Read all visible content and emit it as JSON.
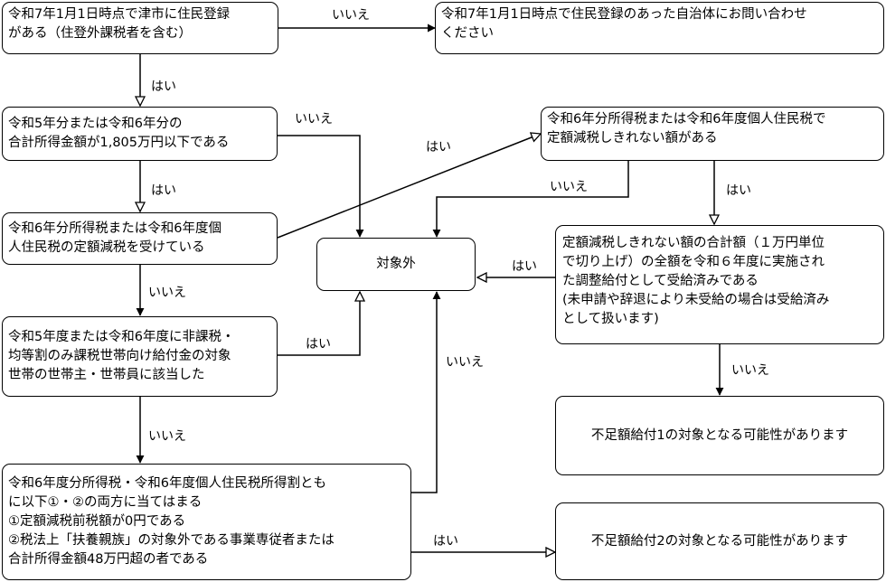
{
  "nodes": {
    "n1": [
      "令和7年1月1日時点で津市に住民登録",
      "がある（住登外課税者を含む）"
    ],
    "n2": [
      "令和7年1月1日時点で住民登録のあった自治体にお問い合わせ",
      "ください"
    ],
    "n3": [
      "令和5年分または令和6年分の",
      "合計所得金額が1,805万円以下である"
    ],
    "n4": [
      "令和6年分所得税または令和6年度個",
      "人住民税の定額減税を受けている"
    ],
    "n5": [
      "令和5年度または令和6年度に非課税・",
      "均等割のみ課税世帯向け給付金の対象",
      "世帯の世帯主・世帯員に該当した"
    ],
    "n6": [
      "令和6年度分所得税・令和6年度個人住民税所得割とも",
      "に以下①・②の両方に当てはまる",
      "①定額減税前税額が0円である",
      "②税法上「扶養親族」の対象外である事業専従者または",
      "合計所得金額48万円超の者である"
    ],
    "n7": [
      "対象外"
    ],
    "n8": [
      "令和6年分所得税または令和6年度個人住民税で",
      "定額減税しきれない額がある"
    ],
    "n9": [
      "定額減税しきれない額の合計額（１万円単位",
      "で切り上げ）の全額を令和６年度に実施され",
      "た調整給付として受給済みである",
      "(未申請や辞退により未受給の場合は受給済み",
      "として扱います)"
    ],
    "n10": [
      "不足額給付1の対象となる可能性があります"
    ],
    "n11": [
      "不足額給付2の対象となる可能性があります"
    ]
  },
  "edge_labels": {
    "e1": "いいえ",
    "e2": "はい",
    "e3": "いいえ",
    "e4": "はい",
    "e5": "はい",
    "e6": "いいえ",
    "e7": "はい",
    "e8": "いいえ",
    "e9": "いいえ",
    "e10": "はい",
    "e11": "はい",
    "e12": "いいえ",
    "e13": "はい"
  }
}
